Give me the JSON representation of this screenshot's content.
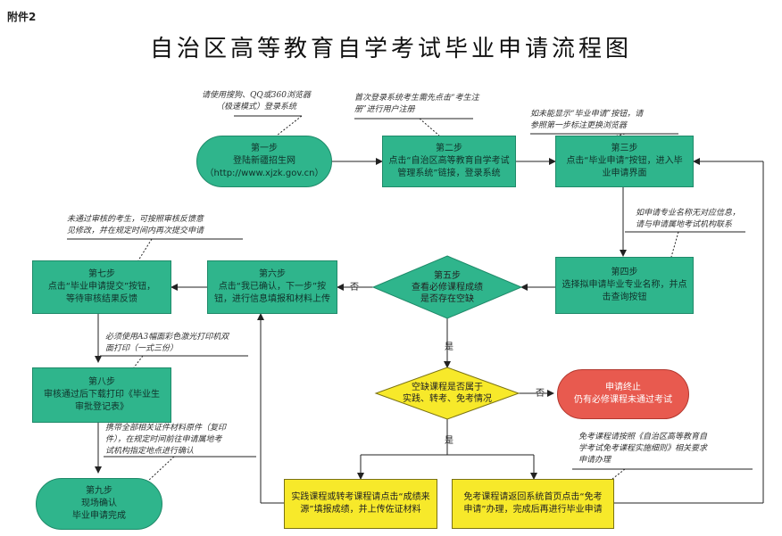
{
  "header": {
    "doc_tag": "附件2",
    "title": "自治区高等教育自学考试毕业申请流程图"
  },
  "steps": {
    "step1": {
      "title": "第一步",
      "line1": "登陆新疆招生网",
      "line2": "（http://www.xjzk.gov.cn）"
    },
    "step2": {
      "title": "第二步",
      "line1": "点击“自治区高等教育自学考试",
      "line2": "管理系统”链接，登录系统"
    },
    "step3": {
      "title": "第三步",
      "line1": "点击“毕业申请”按钮，进入毕",
      "line2": "业申请界面"
    },
    "step4": {
      "title": "第四步",
      "line1": "选择拟申请毕业专业名称，并点",
      "line2": "击查询按钮"
    },
    "step5": {
      "title": "第五步",
      "line1": "查看必修课程成绩",
      "line2": "是否存在空缺"
    },
    "step6": {
      "title": "第六步",
      "line1": "点击“我已确认，下一步”按",
      "line2": "钮，进行信息填报和材料上传"
    },
    "step7": {
      "title": "第七步",
      "line1": "点击“毕业申请提交”按钮，",
      "line2": "等待审核结果反馈"
    },
    "step8": {
      "title": "第八步",
      "line1": "审核通过后下载打印《毕业生",
      "line2": "审批登记表》"
    },
    "step9": {
      "title": "第九步",
      "line1": "现场确认",
      "line2": "毕业申请完成"
    },
    "decision2": {
      "line1": "空缺课程是否属于",
      "line2": "实践、转考、免考情况"
    },
    "stop": {
      "line1": "申请终止",
      "line2": "仍有必修课程未通过考试"
    },
    "yellow_left": {
      "line1": "实践课程或转考课程请点击“成绩来",
      "line2": "源”填报成绩，并上传佐证材料"
    },
    "yellow_right": {
      "line1": "免考课程请返回系统首页点击“免考",
      "line2": "申请”办理，完成后再进行毕业申请"
    }
  },
  "notes": {
    "n1": {
      "line1": "请使用搜狗、QQ或360浏览器",
      "line2": "（极速模式）登录系统"
    },
    "n2": {
      "line1": "首次登录系统考生需先点击“考生注",
      "line2": "册”进行用户注册"
    },
    "n3": {
      "line1": "如未能显示“毕业申请”按钮，请",
      "line2": "参照第一步标注更换浏览器"
    },
    "n4": {
      "line1": "如申请专业名称无对应信息，",
      "line2": "请与申请属地考试机构联系"
    },
    "n5": {
      "line1": "未通过审核的考生，可按照审核反馈意",
      "line2": "见修改，并在规定时间内再次提交申请"
    },
    "n6": {
      "line1": "必须使用A3幅面彩色激光打印机双",
      "line2": "面打印（一式三份）"
    },
    "n7": {
      "line1": "携带全部相关证件材料原件（复印",
      "line2": "件），在规定时间前往申请属地考",
      "line3": "试机构指定地点进行确认"
    },
    "n8": {
      "line1": "免考课程请按照《自治区高等教育自",
      "line2": "学考试免考课程实施细则》相关要求",
      "line3": "申请办理"
    }
  },
  "labels": {
    "no1": "否",
    "yes1": "是",
    "no2": "否",
    "yes2": "是"
  },
  "colors": {
    "teal": "#2fb58c",
    "yellow": "#f7e92a",
    "red": "#e85a4f"
  }
}
